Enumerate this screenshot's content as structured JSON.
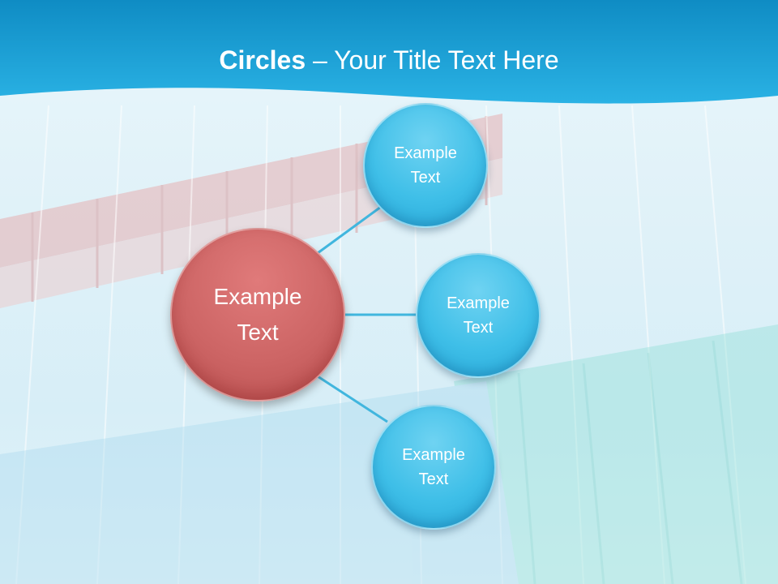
{
  "slide": {
    "title_bold": "Circles",
    "title_rest": " – Your Title Text Here"
  },
  "diagram": {
    "center": {
      "line1": "Example",
      "line2": "Text"
    },
    "satellites": [
      {
        "line1": "Example",
        "line2": "Text"
      },
      {
        "line1": "Example",
        "line2": "Text"
      },
      {
        "line1": "Example",
        "line2": "Text"
      }
    ]
  },
  "colors": {
    "header_blue": "#1ea4d8",
    "center_red": "#cd6565",
    "satellite_blue": "#3fbfe8",
    "connector": "#41b6de"
  }
}
